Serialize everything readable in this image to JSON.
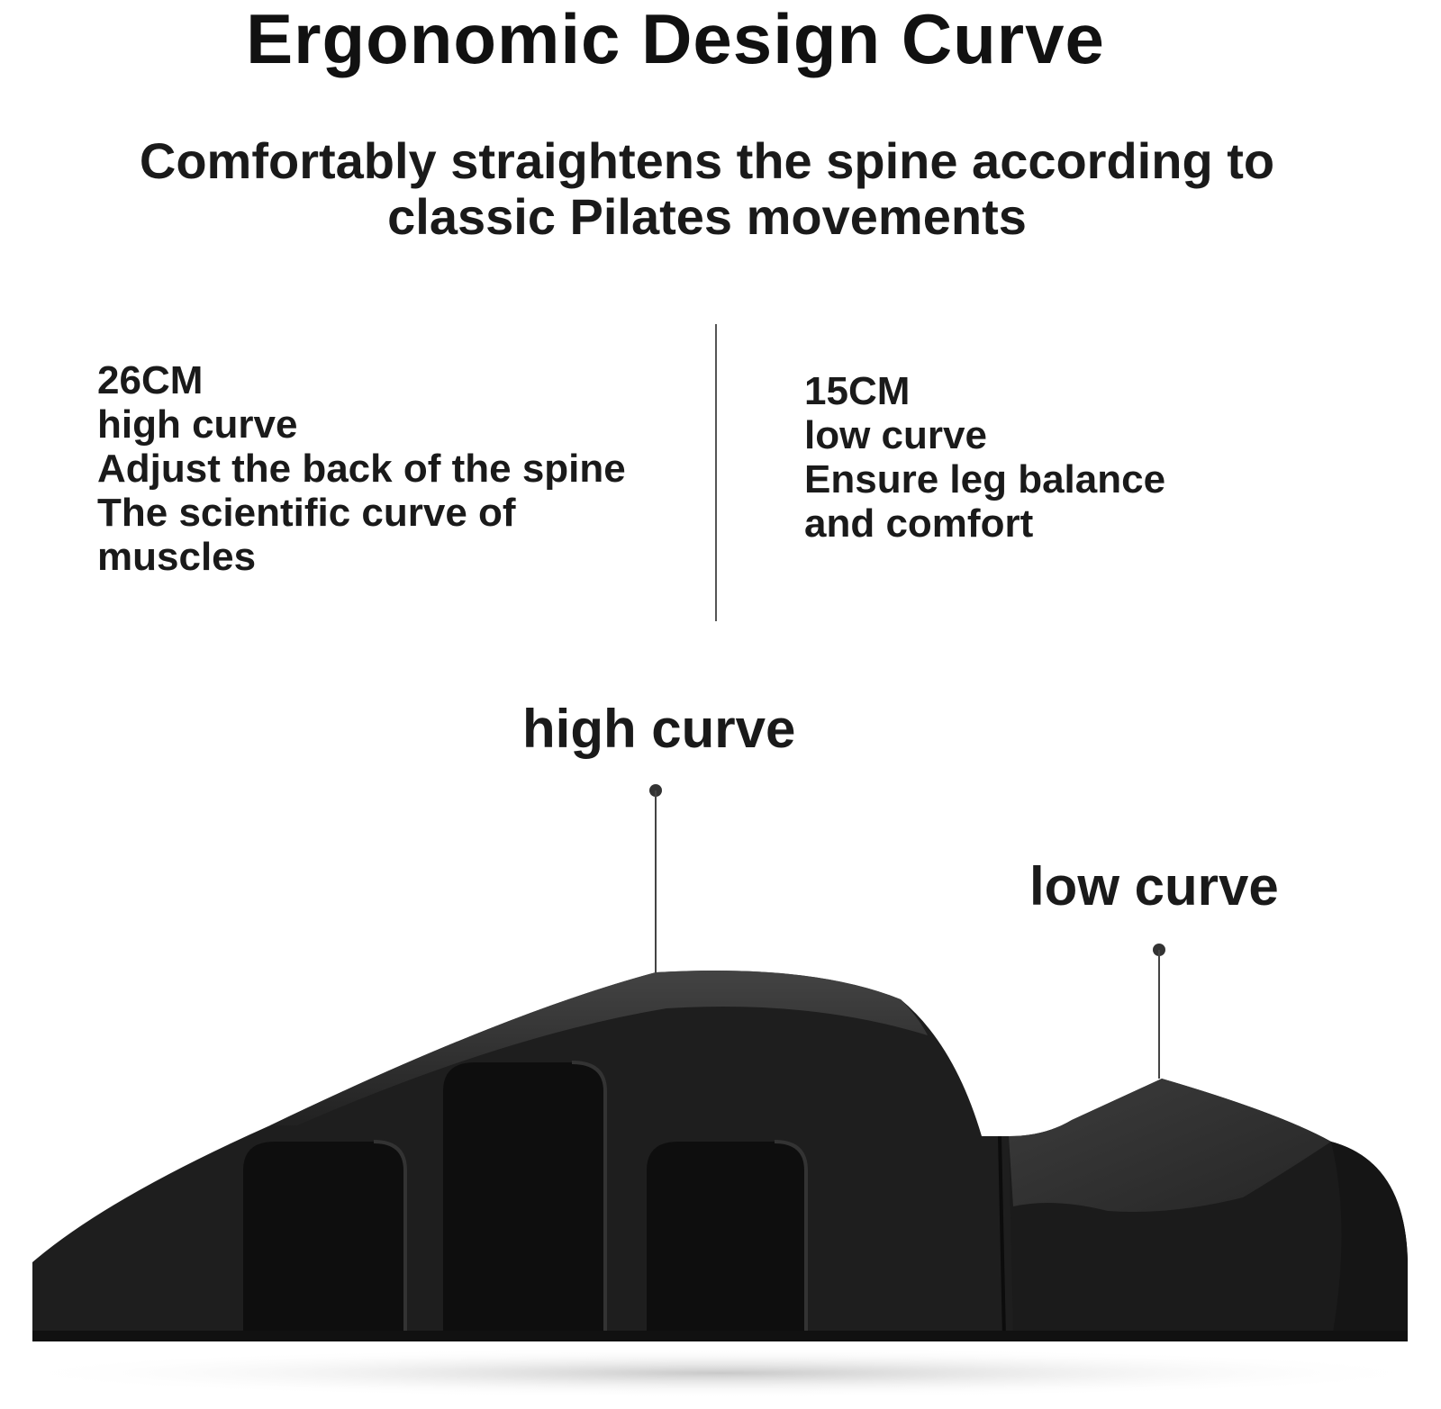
{
  "header": {
    "title": "Ergonomic Design Curve",
    "subtitle_line1": "Comfortably straightens the spine according to",
    "subtitle_line2": "classic Pilates movements"
  },
  "specs": {
    "high": {
      "size": "26CM",
      "name": "high curve",
      "line1": "Adjust the back of the spine",
      "line2": "The scientific curve of",
      "line3": "muscles"
    },
    "low": {
      "size": "15CM",
      "name": "low curve",
      "line1": "Ensure leg balance",
      "line2": "and comfort"
    }
  },
  "callouts": {
    "high": "high curve",
    "low": "low curve"
  },
  "colors": {
    "product": "#1e1e1e",
    "product_highlight": "#3a3a3a",
    "text": "#111111"
  }
}
